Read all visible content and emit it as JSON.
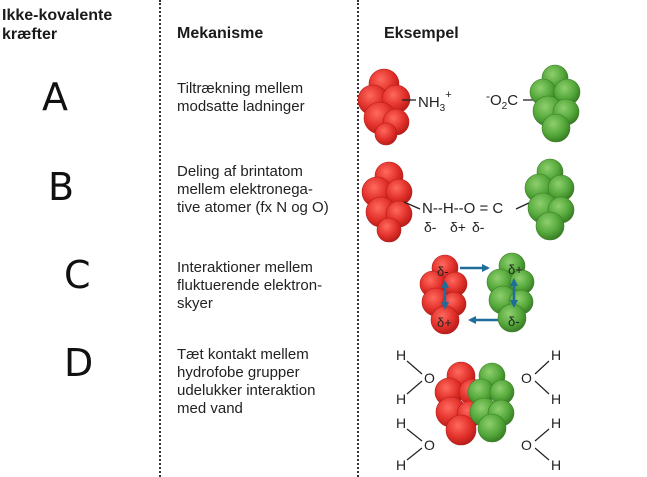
{
  "headers": {
    "forces_line1": "Ikke-kovalente",
    "forces_line2": "kræfter",
    "mechanism": "Mekanisme",
    "example": "Eksempel"
  },
  "rows": [
    {
      "letter": "A",
      "mechanism_lines": [
        "Tiltrækning mellem",
        "modsatte ladninger"
      ],
      "example": {
        "left_group": "NH",
        "left_sub": "3",
        "left_sup": "+",
        "right_pre": "-",
        "right_group": "O",
        "right_sub": "2",
        "right_tail": "C"
      }
    },
    {
      "letter": "B",
      "mechanism_lines": [
        "Deling af brintatom",
        "mellem elektronega-",
        "tive atomer (fx N og O)"
      ],
      "example": {
        "bond_text": "N--H--O = C",
        "delta1": "δ-",
        "delta2": "δ+",
        "delta3": "δ-"
      }
    },
    {
      "letter": "C",
      "mechanism_lines": [
        "Interaktioner mellem",
        "fluktuerende elektron-",
        "skyer"
      ],
      "example": {
        "red_top": "δ-",
        "red_bottom": "δ+",
        "green_top": "δ+",
        "green_bottom": "δ-"
      }
    },
    {
      "letter": "D",
      "mechanism_lines": [
        "Tæt kontakt mellem",
        "hydrofobe grupper",
        "udelukker interaktion",
        "med vand"
      ],
      "example": {
        "h": "H",
        "o": "O"
      }
    }
  ],
  "colors": {
    "red": "#e2302a",
    "red_dark": "#b51d1a",
    "green": "#54a83a",
    "green_dark": "#3b7e27",
    "arrow": "#1f6d99"
  }
}
